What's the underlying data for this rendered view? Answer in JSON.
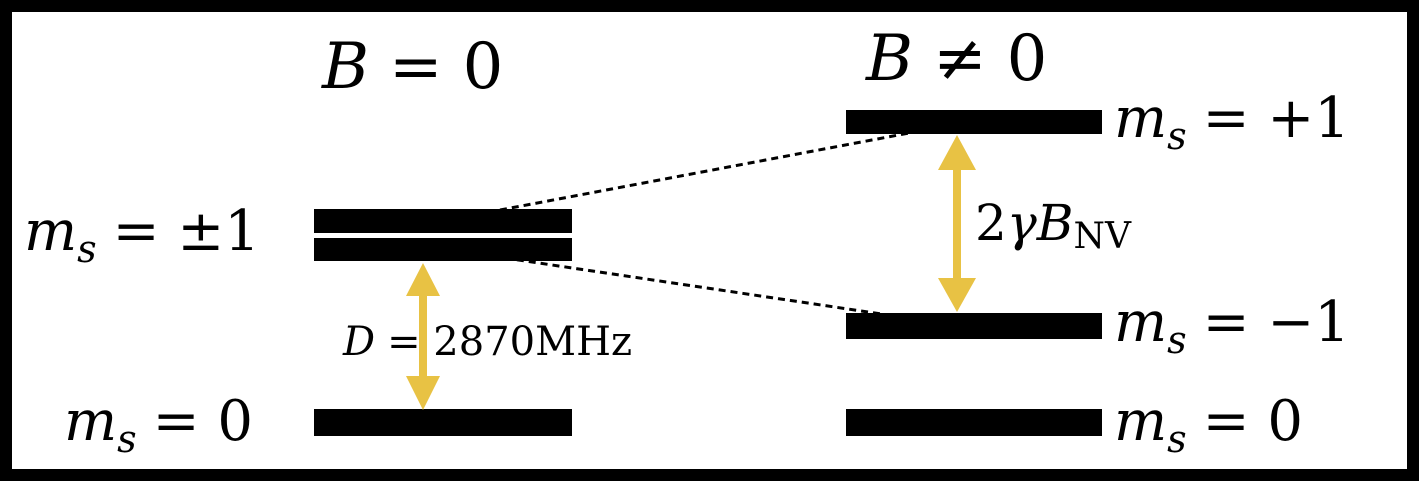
{
  "title_left": {
    "var": "B",
    "op": "=",
    "val": "0"
  },
  "title_right": {
    "var": "B",
    "op": "≠",
    "val": "0"
  },
  "labels": {
    "pm1": {
      "var": "m",
      "sub": "s",
      "rest": "= ±1"
    },
    "zero_left": {
      "var": "m",
      "sub": "s",
      "rest": "= 0"
    },
    "plus1": {
      "var": "m",
      "sub": "s",
      "rest": "= +1"
    },
    "minus1": {
      "var": "m",
      "sub": "s",
      "rest": "= −1"
    },
    "zero_right": {
      "var": "m",
      "sub": "s",
      "rest": "= 0"
    }
  },
  "zero_field_split": {
    "var": "D",
    "rest": "= 2870MHz"
  },
  "zeeman_split": {
    "coef": "2",
    "gamma": "γ",
    "var": "B",
    "sub": "NV"
  },
  "colors": {
    "level": "#000000",
    "arrow": "#e8c244",
    "frame": "#000000",
    "connector": "#000000"
  }
}
